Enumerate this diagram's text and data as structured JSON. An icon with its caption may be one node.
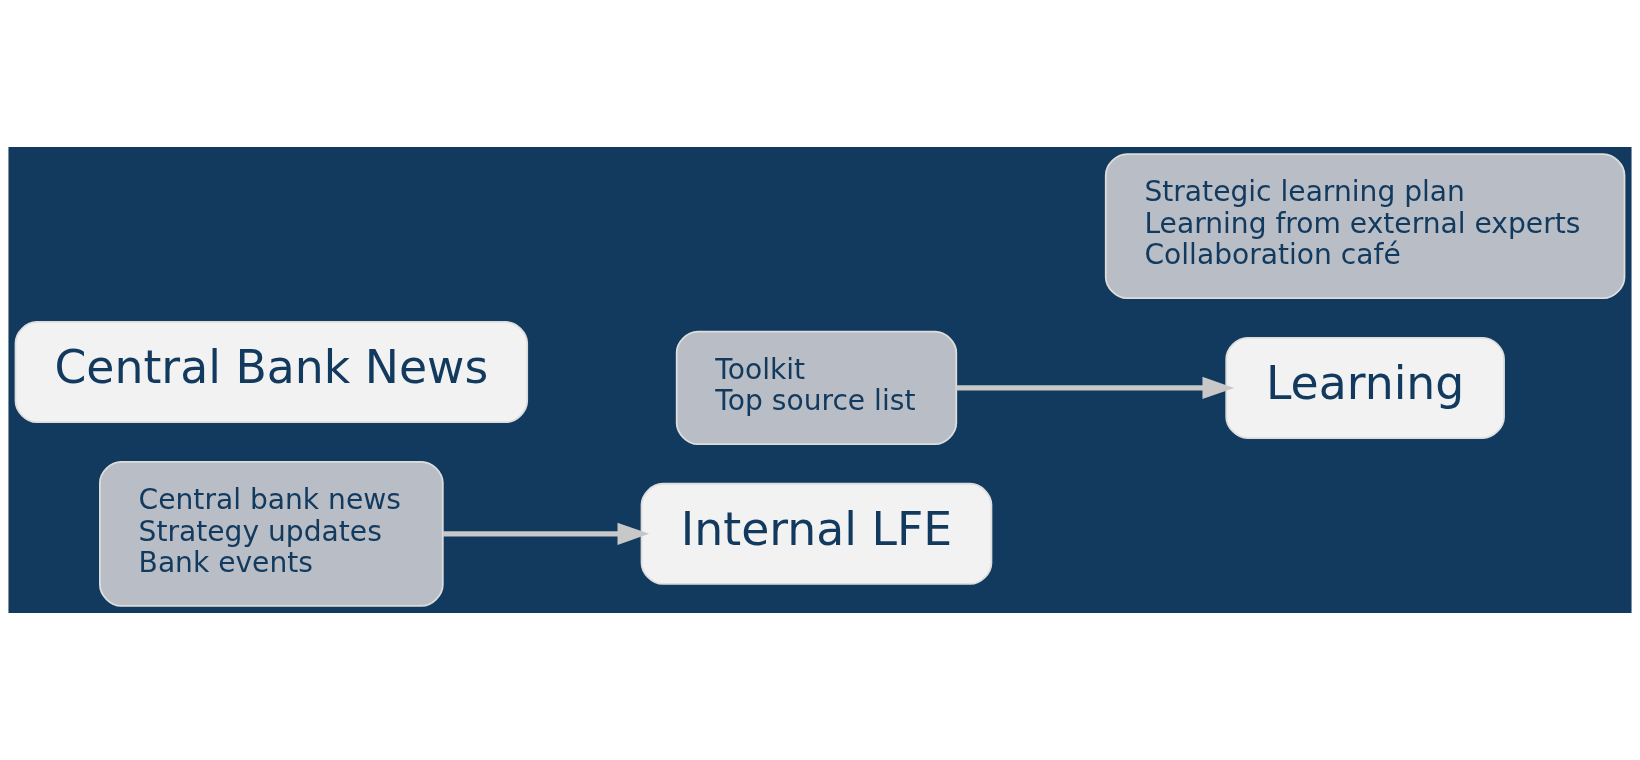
{
  "diagram": {
    "nodes": [
      {
        "text": [
          "Central bank news",
          "Strategy updates",
          "Bank events"
        ]
      },
      {
        "text": [
          "Central Bank News"
        ]
      },
      {
        "text": [
          "Internal LFE"
        ]
      },
      {
        "text": [
          "Toolkit",
          "Top source list"
        ]
      },
      {
        "text": [
          "Strategic learning plan",
          "Learning from external experts",
          "Collaboration café"
        ]
      },
      {
        "text": [
          "Learning"
        ]
      }
    ],
    "edges": [
      {
        "from": 0,
        "to": 2,
        "arrow": "to"
      },
      {
        "from": 3,
        "to": 5,
        "arrow": "to"
      }
    ]
  }
}
